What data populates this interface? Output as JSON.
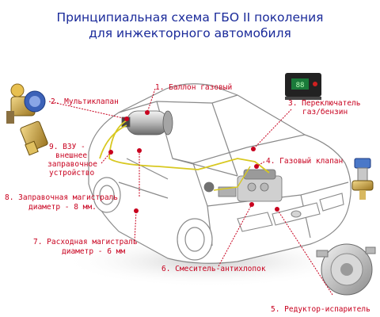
{
  "title": {
    "line1": "Принципиальная схема ГБО II поколения",
    "line2": "для инжекторного автомобиля"
  },
  "labels": {
    "l1": "1. Баллон газовый",
    "l2": "2. Мультиклапан",
    "l3a": "3. Переключатель",
    "l3b": "газ/бензин",
    "l4": "4. Газовый клапан",
    "l5": "5. Редуктор-испаритель",
    "l6": "6. Смеситель-антихлопок",
    "l7a": "7. Расходная магистраль",
    "l7b": "диаметр - 6 мм",
    "l8a": "8. Заправочная магистраль",
    "l8b": "диаметр - 8 мм.",
    "l9a": "9. ВЗУ -",
    "l9b": "внешнее",
    "l9c": "заправочное",
    "l9d": "устройство"
  },
  "switch_display": "88",
  "colors": {
    "title": "#1a2a9a",
    "label": "#c8001e",
    "leader": "#c8001e",
    "car_outline": "#8a8a8a",
    "gas_line": "#d8c820"
  }
}
